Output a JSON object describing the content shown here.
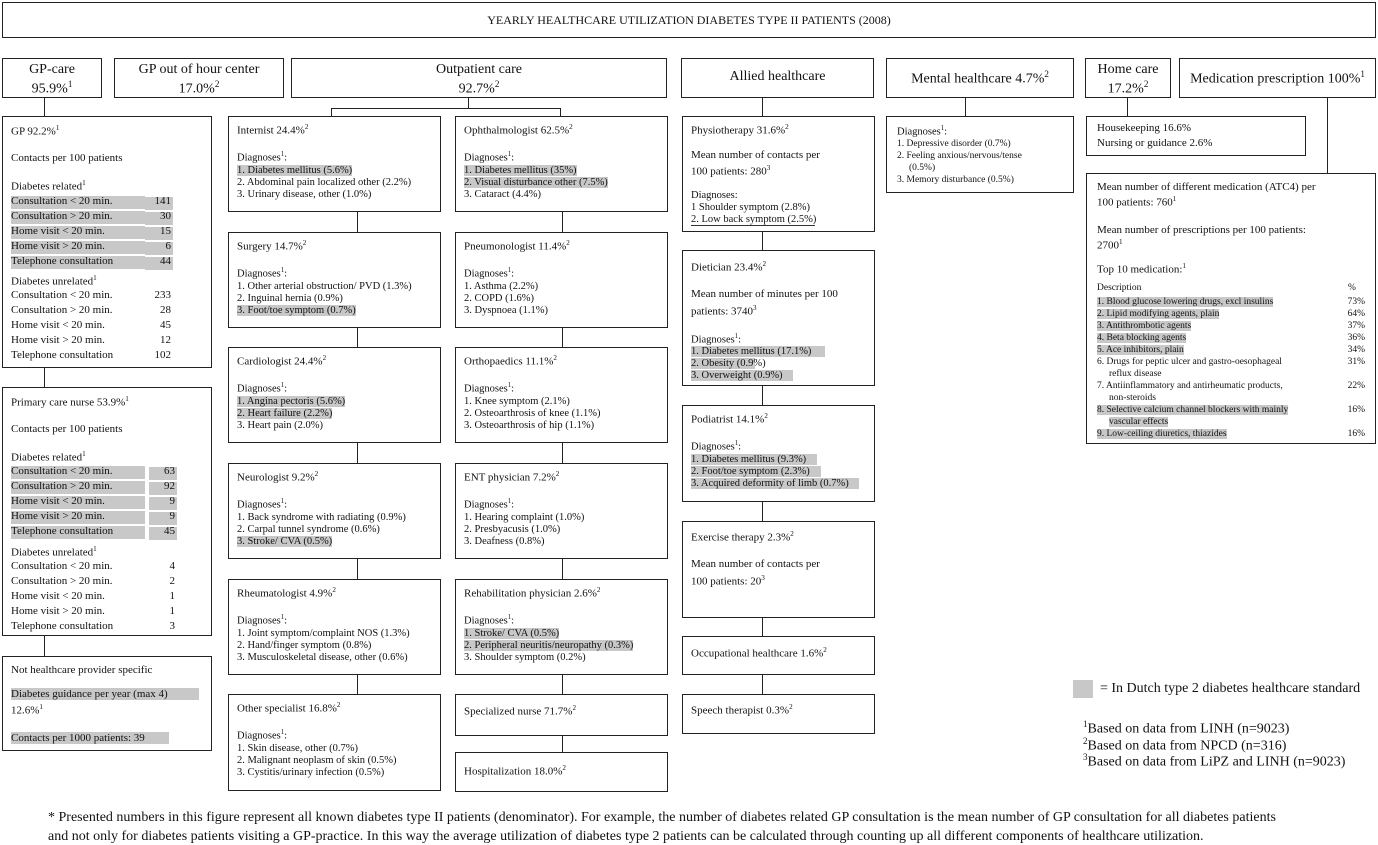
{
  "title": "YEARLY HEALTHCARE UTILIZATION DIABETES TYPE II PATIENTS (2008)",
  "headers": {
    "gp_care": {
      "l1": "GP-care",
      "l2": "95.9%",
      "sup": "1"
    },
    "gp_ooh": {
      "l1": "GP out of hour center",
      "l2": "17.0%",
      "sup": "2"
    },
    "outpatient": {
      "l1": "Outpatient care",
      "l2": "92.7%",
      "sup": "2"
    },
    "allied": {
      "l1": "Allied healthcare"
    },
    "mental": {
      "l1": "Mental healthcare 4.7%",
      "sup": "2"
    },
    "home": {
      "l1": "Home care",
      "l2": "17.2%",
      "sup": "2"
    },
    "medication": {
      "l1": "Medication prescription 100%",
      "sup": "1"
    }
  },
  "gp": {
    "title": "GP 92.2%",
    "sup": "1",
    "contacts": "Contacts per 100 patients",
    "related_label": "Diabetes related",
    "related_sup": "1",
    "related": [
      {
        "label": "Consultation < 20 min.",
        "value": "141"
      },
      {
        "label": "Consultation > 20 min.",
        "value": "30"
      },
      {
        "label": "Home visit < 20 min.",
        "value": "15"
      },
      {
        "label": "Home visit > 20 min.",
        "value": "6"
      },
      {
        "label": "Telephone consultation",
        "value": "44"
      }
    ],
    "unrelated_label": "Diabetes unrelated",
    "unrelated_sup": "1",
    "unrelated": [
      {
        "label": "Consultation < 20 min.",
        "value": "233"
      },
      {
        "label": "Consultation > 20 min.",
        "value": "28"
      },
      {
        "label": "Home visit < 20 min.",
        "value": "45"
      },
      {
        "label": "Home visit > 20 min.",
        "value": "12"
      },
      {
        "label": "Telephone consultation",
        "value": "102"
      }
    ]
  },
  "nurse": {
    "title": "Primary care nurse 53.9%",
    "sup": "1",
    "contacts": "Contacts per 100 patients",
    "related_label": "Diabetes related",
    "related_sup": "1",
    "related": [
      {
        "label": "Consultation < 20 min.",
        "value": "63"
      },
      {
        "label": "Consultation > 20 min.",
        "value": "92"
      },
      {
        "label": "Home visit < 20 min.",
        "value": "9"
      },
      {
        "label": "Home visit > 20 min.",
        "value": "9"
      },
      {
        "label": "Telephone consultation",
        "value": "45"
      }
    ],
    "unrelated_label": "Diabetes unrelated",
    "unrelated_sup": "1",
    "unrelated": [
      {
        "label": "Consultation < 20 min.",
        "value": "4"
      },
      {
        "label": "Consultation > 20 min.",
        "value": "2"
      },
      {
        "label": "Home visit < 20 min.",
        "value": "1"
      },
      {
        "label": "Home visit > 20 min.",
        "value": "1"
      },
      {
        "label": "Telephone consultation",
        "value": "3"
      }
    ]
  },
  "notspecific": {
    "title": "Not healthcare provider specific",
    "guidance1": "Diabetes guidance per year  (max 4)",
    "guidance2": "12.6%",
    "guidance_sup": "1",
    "contacts": "Contacts per 1000 patients: 39"
  },
  "outpatient_left": [
    {
      "title": "Internist 24.4%",
      "items": [
        "1. Diabetes mellitus (5.6%)",
        "2. Abdominal pain localized other (2.2%)",
        "3. Urinary disease, other (1.0%)"
      ],
      "hl": [
        true,
        false,
        false
      ]
    },
    {
      "title": "Surgery 14.7%",
      "items": [
        "1. Other arterial obstruction/ PVD (1.3%)",
        "2. Inguinal hernia (0.9%)",
        "3. Foot/toe symptom (0.7%)"
      ],
      "hl": [
        false,
        false,
        true
      ]
    },
    {
      "title": "Cardiologist 24.4%",
      "items": [
        "1. Angina pectoris (5.6%)",
        "2. Heart failure (2.2%)",
        "3. Heart pain (2.0%)"
      ],
      "hl": [
        true,
        true,
        false
      ]
    },
    {
      "title": "Neurologist 9.2%",
      "items": [
        "1. Back syndrome with radiating (0.9%)",
        "2. Carpal tunnel syndrome (0.6%)",
        "3. Stroke/ CVA (0.5%)"
      ],
      "hl": [
        false,
        false,
        true
      ]
    },
    {
      "title": "Rheumatologist 4.9%",
      "items": [
        "1. Joint symptom/complaint NOS (1.3%)",
        "2. Hand/finger symptom (0.8%)",
        "3. Musculoskeletal disease, other (0.6%)"
      ],
      "hl": [
        false,
        false,
        false
      ]
    },
    {
      "title": "Other specialist 16.8%",
      "items": [
        "1. Skin disease, other (0.7%)",
        "2. Malignant neoplasm of skin (0.5%)",
        "3. Cystitis/urinary infection (0.5%)"
      ],
      "hl": [
        false,
        false,
        false
      ]
    }
  ],
  "outpatient_right": [
    {
      "title": "Ophthalmologist 62.5%",
      "items": [
        "1. Diabetes mellitus (35%)",
        "2. Visual disturbance other (7.5%)",
        "3. Cataract (4.4%)"
      ],
      "hl": [
        true,
        true,
        false
      ]
    },
    {
      "title": "Pneumonologist 11.4%",
      "items": [
        "1. Asthma (2.2%)",
        "2. COPD (1.6%)",
        "3. Dyspnoea (1.1%)"
      ],
      "hl": [
        false,
        false,
        false
      ]
    },
    {
      "title": "Orthopaedics 11.1%",
      "items": [
        "1. Knee symptom (2.1%)",
        "2. Osteoarthrosis of knee (1.1%)",
        "3. Osteoarthrosis of hip (1.1%)"
      ],
      "hl": [
        false,
        false,
        false
      ]
    },
    {
      "title": "ENT physician 7.2%",
      "items": [
        "1. Hearing complaint (1.0%)",
        "2. Presbyacusis (1.0%)",
        "3. Deafness  (0.8%)"
      ],
      "hl": [
        false,
        false,
        false
      ]
    },
    {
      "title": "Rehabilitation physician 2.6%",
      "items": [
        "1. Stroke/ CVA (0.5%)",
        "2. Peripheral neuritis/neuropathy (0.3%)",
        "3. Shoulder symptom (0.2%)"
      ],
      "hl": [
        true,
        true,
        false
      ]
    }
  ],
  "diagnoses_label": "Diagnoses",
  "specialized_nurse": "Specialized nurse 71.7%",
  "hospitalization": "Hospitalization 18.0%",
  "allied": {
    "physio": {
      "title": "Physiotherapy 31.6%",
      "m1": "Mean number of contacts per",
      "m2": "100 patients: 280",
      "m2sup": "3",
      "dx": "Diagnoses:",
      "items": [
        "1 Shoulder symptom (2.8%)",
        "2. Low back symptom (2.5%)"
      ]
    },
    "dietician": {
      "title": "Dietician 23.4%",
      "m1": "Mean number of minutes per 100",
      "m2": "patients: 3740",
      "m2sup": "3",
      "items": [
        "1. Diabetes mellitus (17.1%)",
        "2. Obesity (0.9%)",
        "3. Overweight (0.9%)"
      ]
    },
    "podiatrist": {
      "title": "Podiatrist 14.1%",
      "items": [
        "1. Diabetes mellitus (9.3%)",
        "2. Foot/toe symptom (2.3%)",
        "3. Acquired deformity of limb (0.7%)"
      ]
    },
    "exercise": {
      "title": "Exercise therapy 2.3%",
      "m1": "Mean number of contacts per",
      "m2": "100 patients: 20",
      "m2sup": "3"
    },
    "occupational": "Occupational healthcare 1.6%",
    "speech": "Speech therapist 0.3%"
  },
  "mental_box": {
    "items": [
      "1. Depressive disorder (0.7%)",
      "2. Feeling anxious/nervous/tense",
      "(0.5%)",
      "3. Memory disturbance (0.5%)"
    ]
  },
  "home_box": {
    "l1": "Housekeeping 16.6%",
    "l2": "Nursing or guidance 2.6%"
  },
  "med_box": {
    "m1": "Mean number of different medication (ATC4) per",
    "m2": "100 patients: 760",
    "m2sup": "1",
    "p1": "Mean number of prescriptions per 100 patients:",
    "p2": "2700",
    "p2sup": "1",
    "top": "Top 10 medication:",
    "top_sup": "1",
    "col_desc": "Description",
    "col_pct": "%",
    "items": [
      {
        "d1": "1. Blood glucose lowering drugs, excl insulins",
        "d2": "",
        "pct": "73%",
        "hl": true
      },
      {
        "d1": "2. Lipid modifying agents, plain",
        "d2": "",
        "pct": "64%",
        "hl": true
      },
      {
        "d1": "3. Antithrombotic agents",
        "d2": "",
        "pct": "37%",
        "hl": true
      },
      {
        "d1": "4. Beta blocking agents",
        "d2": "",
        "pct": "36%",
        "hl": true
      },
      {
        "d1": "5. Ace inhibitors, plain",
        "d2": "",
        "pct": "34%",
        "hl": true
      },
      {
        "d1": "6. Drugs for peptic ulcer and gastro-oesophageal",
        "d2": "reflux disease",
        "pct": "31%",
        "hl": false
      },
      {
        "d1": "7. Antiinflammatory and antirheumatic products,",
        "d2": "non-steroids",
        "pct": "22%",
        "hl": false
      },
      {
        "d1": "8. Selective calcium channel blockers with mainly",
        "d2": "vascular effects",
        "pct": "16%",
        "hl": true
      },
      {
        "d1": "9. Low-ceiling diuretics, thiazides",
        "d2": "",
        "pct": "16%",
        "hl": true
      }
    ]
  },
  "legend": {
    "text": "= In Dutch type 2 diabetes healthcare standard",
    "n1_sup": "1",
    "n1": "Based on data from LINH (n=9023)",
    "n2_sup": "2",
    "n2": "Based on data from NPCD (n=316)",
    "n3_sup": "3",
    "n3": "Based on data from LiPZ and LINH (n=9023)",
    "highlight_color": "#c8c8c8"
  },
  "footnote": {
    "l1": "* Presented numbers in this figure represent all known diabetes type II patients (denominator). For example, the number of diabetes related GP consultation is the mean number of  GP consultation for all diabetes patients",
    "l2": "and not only for diabetes patients visiting a GP-practice. In this way the average utilization of diabetes type 2 patients can be calculated through counting up all different components of healthcare utilization."
  }
}
